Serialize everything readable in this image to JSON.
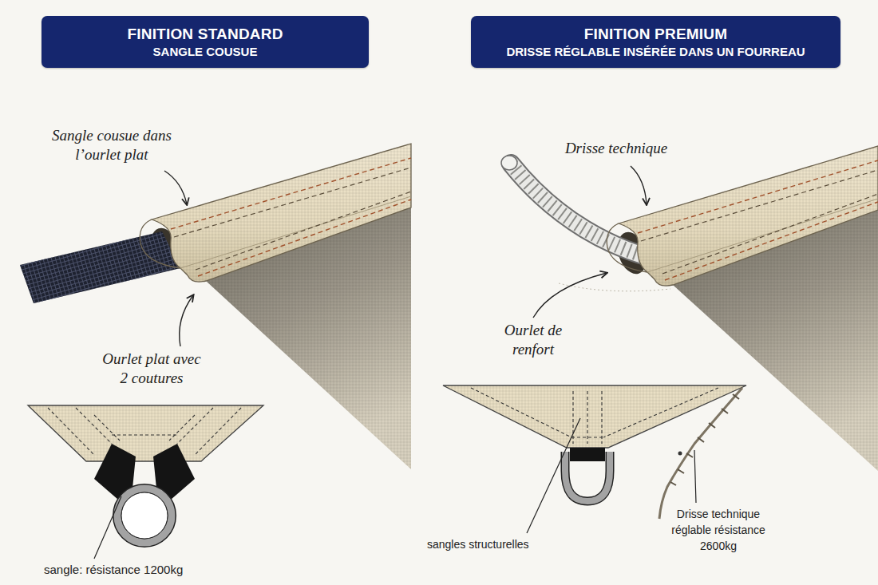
{
  "diagram": {
    "nodes": [
      {
        "text": [
          "FINITION STANDARD",
          "SANGLE COUSUE"
        ]
      },
      {
        "text": [
          "FINITION PREMIUM",
          "DRISSE RÉGLABLE INSÉRÉE DANS UN FOURREAU"
        ]
      }
    ],
    "labels": [
      "Sangle cousue dans l’ourlet plat",
      "Ourlet plat avec 2 coutures",
      "sangle: résistance 1200kg",
      "Drisse technique",
      "Ourlet de renfort",
      "sangles structurelles",
      "Drisse technique réglable résistance 2600kg"
    ]
  }
}
